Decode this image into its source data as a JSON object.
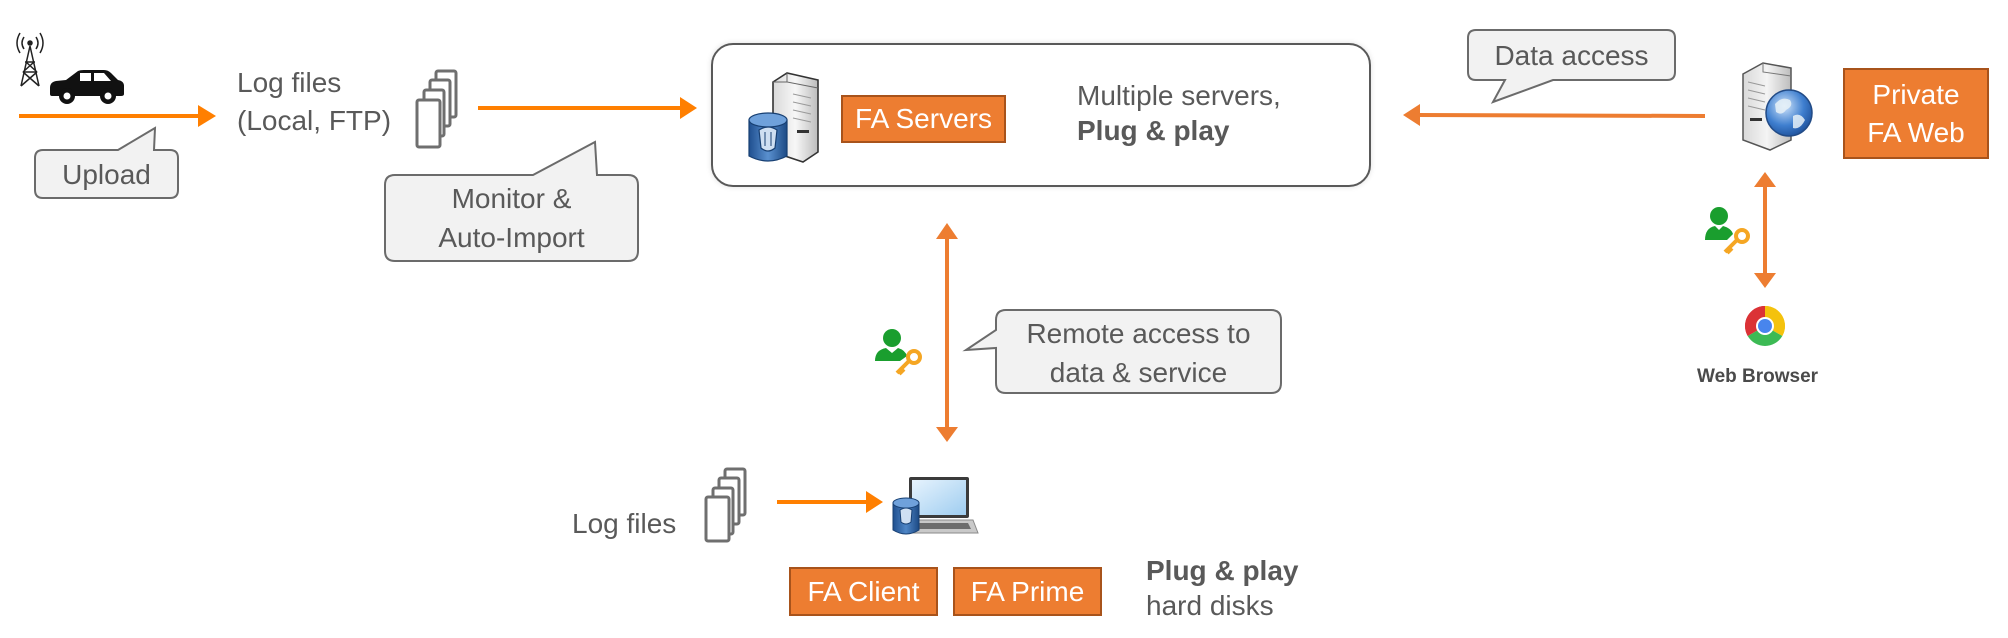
{
  "diagram": {
    "title": "FA system data flow",
    "colors": {
      "arrow_bright": "#FF7F00",
      "arrow": "#ED7D31",
      "label_fill": "#ED7D31",
      "label_border": "#A8531B",
      "bubble_fill": "#F2F2F2",
      "bubble_border": "#6B6B6B",
      "text": "#595959",
      "access_user": "#1A9E2E",
      "access_key": "#F5A623"
    },
    "source": {
      "icons": [
        "radio-tower-icon",
        "car-icon"
      ],
      "upload_bubble": "Upload"
    },
    "log_files_remote": {
      "line1": "Log files",
      "line2": "(Local, FTP)",
      "icon": "file-stack-icon",
      "monitor_bubble_line1": "Monitor &",
      "monitor_bubble_line2": "Auto-Import"
    },
    "servers": {
      "label": "FA Servers",
      "desc_line1": "Multiple servers,",
      "desc_line2": "Plug & play",
      "icons": [
        "database-icon",
        "server-tower-icon"
      ]
    },
    "web": {
      "label_line1": "Private",
      "label_line2": "FA Web",
      "data_access_bubble": "Data access",
      "browser_label": "Web Browser",
      "icons": [
        "web-server-icon",
        "chrome-icon",
        "user-key-icon"
      ]
    },
    "remote": {
      "bubble_line1": "Remote access to",
      "bubble_line2": "data & service",
      "icon": "user-key-icon"
    },
    "local": {
      "log_files": "Log files",
      "client_label": "FA Client",
      "prime_label": "FA Prime",
      "note_line1": "Plug & play",
      "note_line2": "hard disks",
      "icons": [
        "file-stack-icon",
        "laptop-icon",
        "database-icon"
      ]
    },
    "edges": [
      {
        "from": "vehicle",
        "to": "log_files_remote",
        "direction": "forward",
        "label": "Upload"
      },
      {
        "from": "log_files_remote",
        "to": "servers",
        "direction": "forward",
        "label": "Monitor & Auto-Import"
      },
      {
        "from": "web",
        "to": "servers",
        "direction": "forward",
        "label": "Data access"
      },
      {
        "from": "servers",
        "to": "local_client",
        "direction": "both",
        "label": "Remote access to data & service"
      },
      {
        "from": "web",
        "to": "web_browser",
        "direction": "both",
        "label": ""
      },
      {
        "from": "local_log_files",
        "to": "local_client",
        "direction": "forward",
        "label": ""
      }
    ]
  }
}
